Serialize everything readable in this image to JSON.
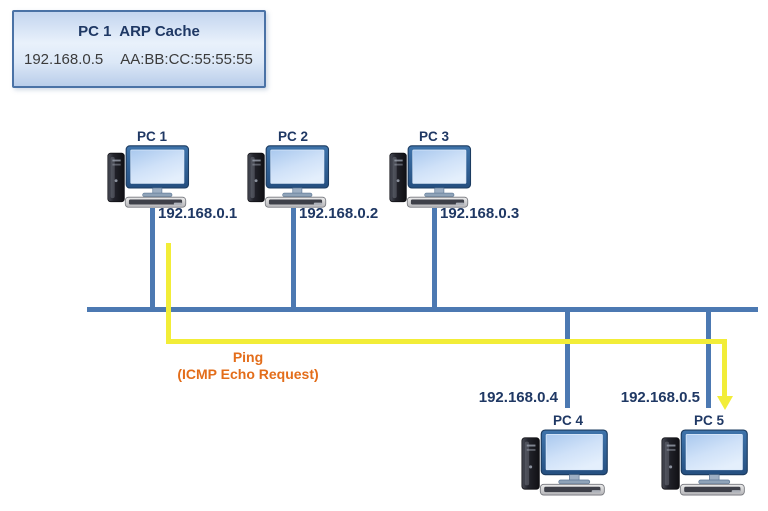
{
  "arp_box": {
    "title": "PC 1  ARP Cache",
    "ip": "192.168.0.5",
    "mac": "AA:BB:CC:55:55:55"
  },
  "pcs": [
    {
      "label": "PC 1",
      "ip": "192.168.0.1"
    },
    {
      "label": "PC 2",
      "ip": "192.168.0.2"
    },
    {
      "label": "PC 3",
      "ip": "192.168.0.3"
    },
    {
      "label": "PC 4",
      "ip": "192.168.0.4"
    },
    {
      "label": "PC 5",
      "ip": "192.168.0.5"
    }
  ],
  "ping": {
    "line1": "Ping",
    "line2": "(ICMP Echo Request)"
  },
  "icons": {
    "pc": "desktop-computer-icon",
    "ping_arrow": "arrow-down-icon"
  },
  "colors": {
    "bus_line": "#4c79b2",
    "ping_line": "#f2ed38",
    "label_text": "#1f3864",
    "ping_text": "#e36d1a",
    "arp_border": "#4a72a6",
    "arp_fill_top": "#c3d5ef",
    "arp_fill_mid": "#e9f1fb",
    "arp_info_text": "#3b3b3b"
  }
}
